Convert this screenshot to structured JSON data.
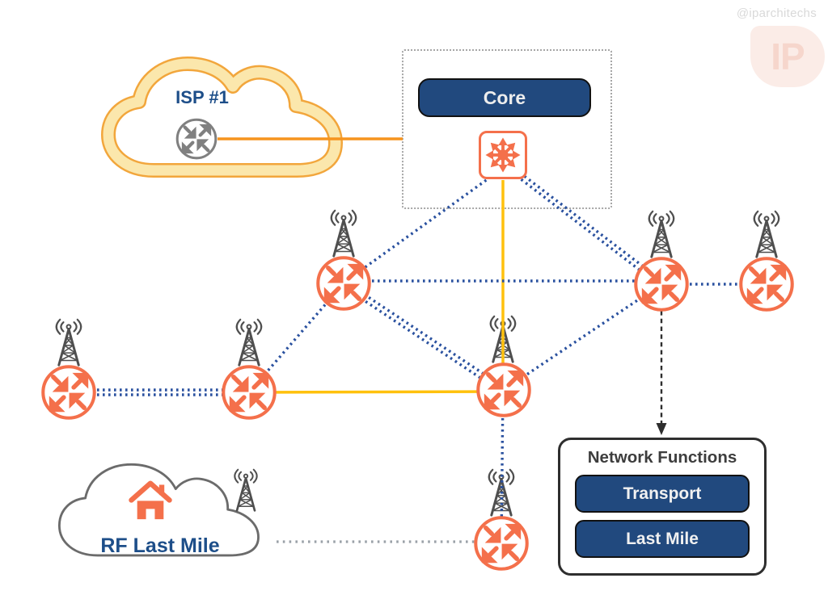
{
  "watermark": {
    "handle": "@iparchitechs",
    "logo_text": "IP"
  },
  "isp_cloud": {
    "label": "ISP #1",
    "icon": "router-icon"
  },
  "core_section": {
    "label": "Core",
    "icon": "core-router-icon"
  },
  "rf_cloud": {
    "label": "RF Last Mile",
    "house_icon": "house-icon",
    "tower_icon": "radio-tower-icon"
  },
  "network_functions": {
    "title": "Network Functions",
    "buttons": [
      {
        "label": "Transport"
      },
      {
        "label": "Last Mile"
      }
    ]
  },
  "nodes": [
    {
      "id": "isp-router",
      "icon": "router-icon",
      "area": "isp-cloud"
    },
    {
      "id": "core-router",
      "icon": "core-router-icon",
      "area": "core"
    },
    {
      "id": "tower-1",
      "icon": "radio-tower-router-icon"
    },
    {
      "id": "tower-2",
      "icon": "radio-tower-router-icon"
    },
    {
      "id": "tower-3",
      "icon": "radio-tower-router-icon"
    },
    {
      "id": "tower-4",
      "icon": "radio-tower-router-icon"
    },
    {
      "id": "tower-5",
      "icon": "radio-tower-router-icon"
    },
    {
      "id": "tower-6",
      "icon": "radio-tower-router-icon"
    },
    {
      "id": "tower-7",
      "icon": "radio-tower-router-icon"
    },
    {
      "id": "rf-tower",
      "icon": "radio-tower-icon",
      "area": "rf-cloud"
    }
  ],
  "links": [
    {
      "from": "isp-router",
      "to": "core",
      "style": "solid-orange"
    },
    {
      "from": "core-router",
      "to": "tower-1",
      "style": "dotted-blue-single"
    },
    {
      "from": "core-router",
      "to": "tower-2",
      "style": "dotted-blue-double"
    },
    {
      "from": "core-router",
      "to": "tower-6",
      "style": "solid-yellow"
    },
    {
      "from": "tower-1",
      "to": "tower-2",
      "style": "dotted-blue-single"
    },
    {
      "from": "tower-1",
      "to": "tower-5",
      "style": "dotted-blue-single"
    },
    {
      "from": "tower-1",
      "to": "tower-6",
      "style": "dotted-blue-double"
    },
    {
      "from": "tower-4",
      "to": "tower-5",
      "style": "dotted-blue-double"
    },
    {
      "from": "tower-5",
      "to": "tower-6",
      "style": "solid-yellow"
    },
    {
      "from": "tower-6",
      "to": "tower-2",
      "style": "dotted-blue-single"
    },
    {
      "from": "tower-2",
      "to": "tower-3",
      "style": "dotted-blue-single"
    },
    {
      "from": "tower-6",
      "to": "tower-7",
      "style": "dotted-blue-single"
    },
    {
      "from": "rf-cloud",
      "to": "tower-7",
      "style": "dotted-gray"
    },
    {
      "from": "tower-2",
      "to": "network-functions",
      "style": "dashed-black-arrow"
    }
  ],
  "colors": {
    "accent_orange": "#f4704b",
    "line_yellow": "#ffc10d",
    "line_orange": "#f6941e",
    "line_blue": "#2a519f",
    "line_gray": "#9aa1a8",
    "panel_blue": "#21497e",
    "label_navy": "#1d4e89",
    "tower_gray": "#4f4f4f"
  }
}
